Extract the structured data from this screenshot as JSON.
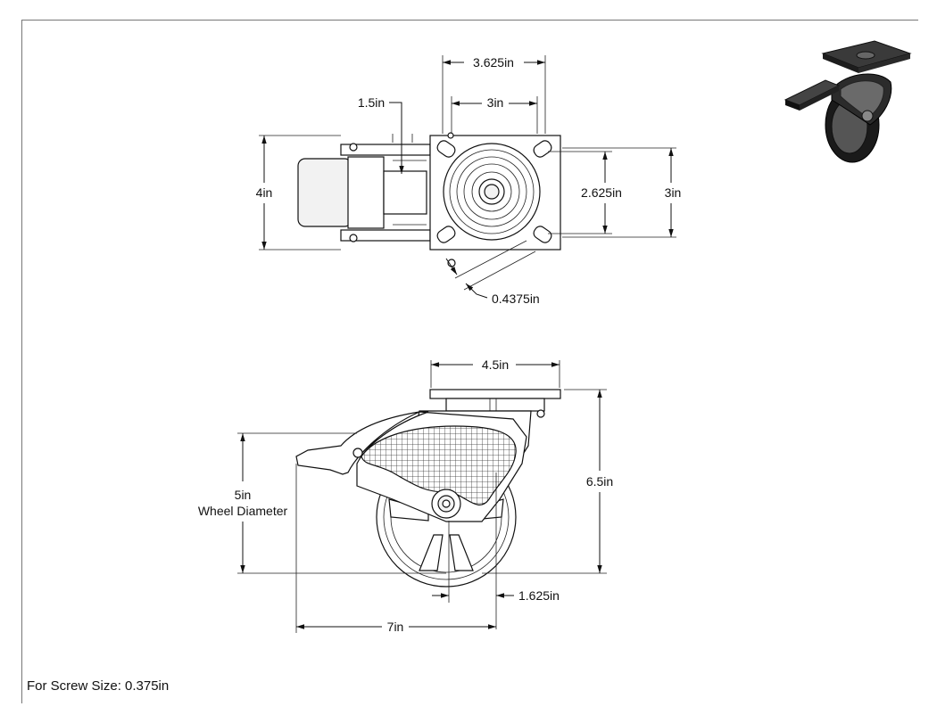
{
  "dimensions": {
    "plate_width": "3.625in",
    "bolt_spacing": "3in",
    "brake_offset": "1.5in",
    "overall_width": "4in",
    "bolt_spacing_vertical": "2.625in",
    "plate_height": "3in",
    "bolt_hole": "0.4375in",
    "side_plate_width": "4.5in",
    "overall_height": "6.5in",
    "wheel_diameter": "5in",
    "wheel_diameter_label": "Wheel Diameter",
    "swivel_offset": "1.625in",
    "overall_length": "7in"
  },
  "footer": {
    "screw_size_note": "For Screw Size: 0.375in"
  },
  "icons": {
    "preview": "caster-3d-preview-icon"
  }
}
